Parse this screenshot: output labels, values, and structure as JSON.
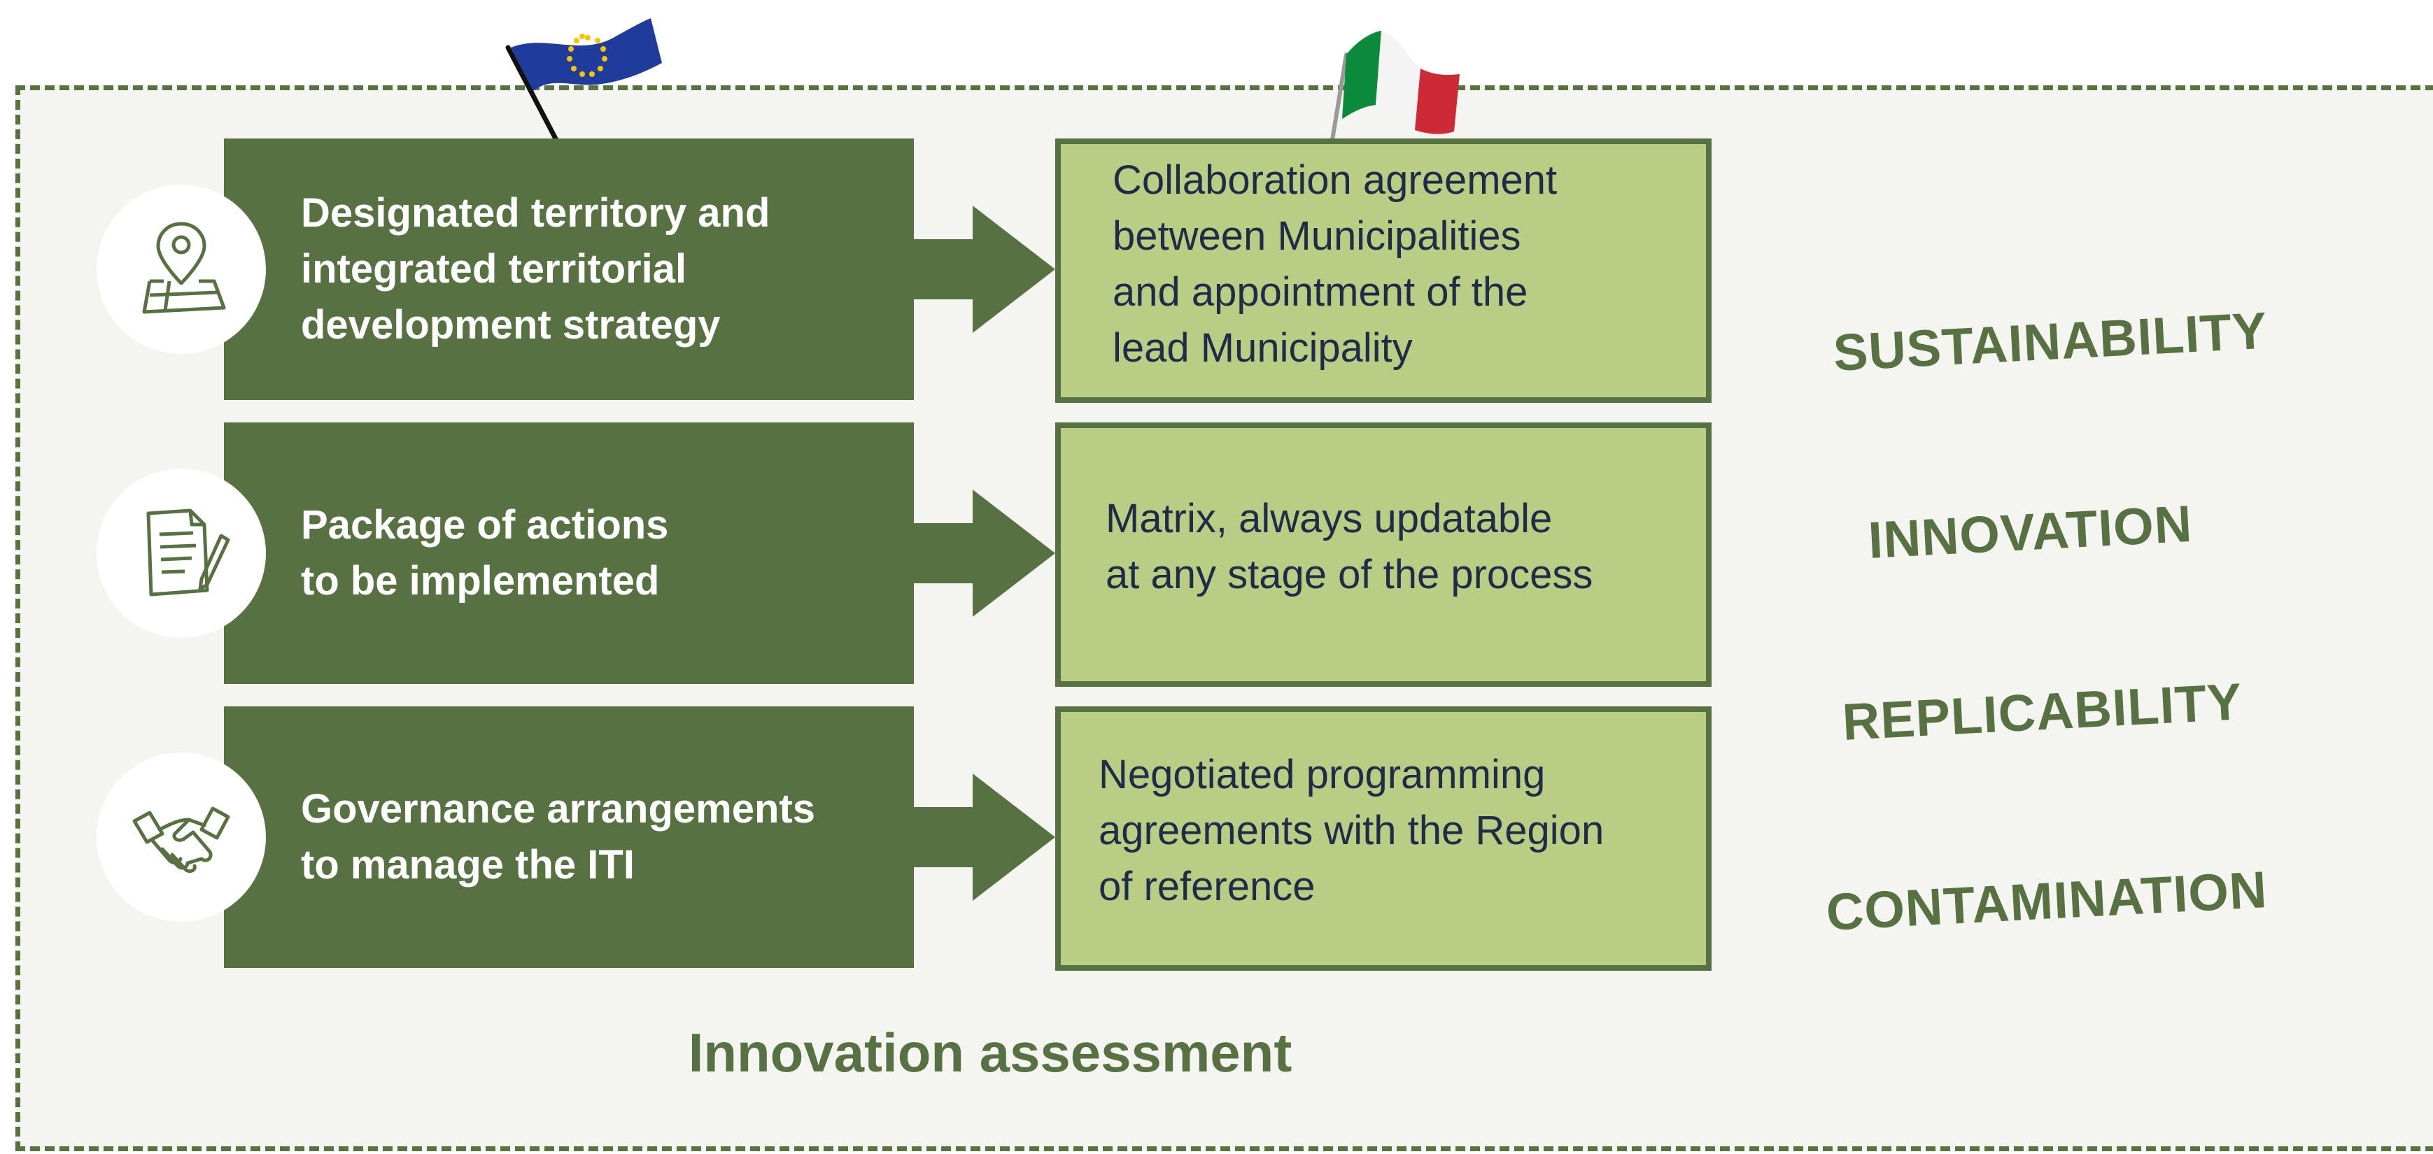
{
  "rows": [
    {
      "left": "Designated territory and\nintegrated territorial\ndevelopment strategy",
      "right": "Collaboration agreement\nbetween Municipalities\nand appointment of the\nlead Municipality"
    },
    {
      "left": "Package of actions\nto be implemented",
      "right": "Matrix, always updatable\nat any stage of the process"
    },
    {
      "left": "Governance arrangements\nto manage the ITI",
      "right": "Negotiated programming\nagreements with the Region\nof reference"
    }
  ],
  "keywords": [
    "SUSTAINABILITY",
    "INNOVATION",
    "REPLICABILITY",
    "CONTAMINATION"
  ],
  "footer_title": "Innovation assessment",
  "icons": [
    "map-pin-icon",
    "document-pen-icon",
    "handshake-icon",
    "eu-flag-icon",
    "italy-flag-icon"
  ],
  "colors": {
    "dark_green": "#587142",
    "light_green": "#bacd84",
    "text_navy": "#1f2b47",
    "background": "#f4f4f1"
  }
}
